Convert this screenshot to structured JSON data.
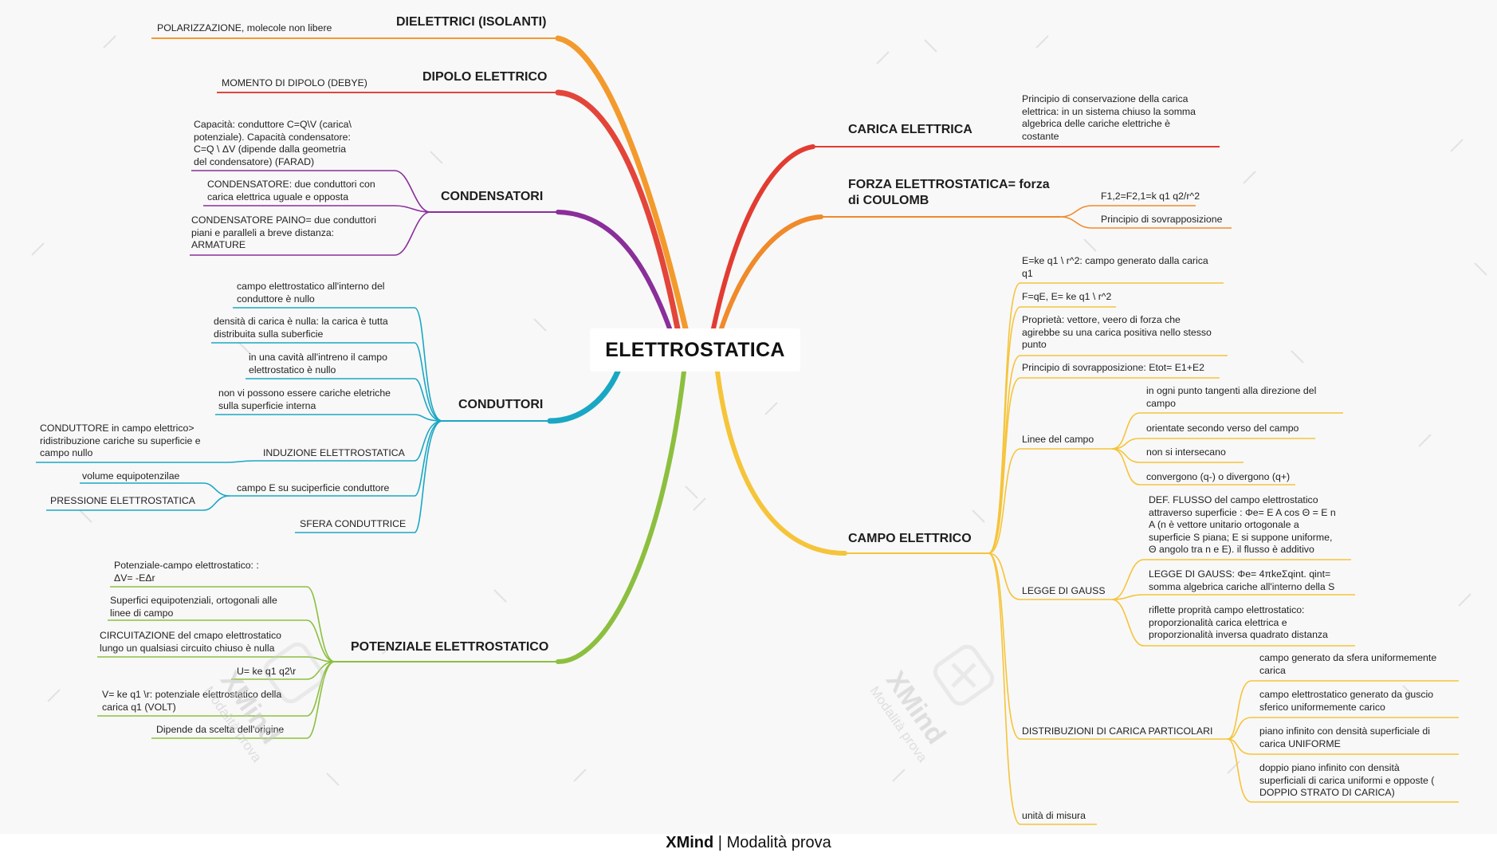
{
  "center": {
    "title": "ELETTROSTATICA"
  },
  "left": {
    "dielettrici": {
      "title": "DIELETTRICI (ISOLANTI)",
      "items": [
        "POLARIZZAZIONE, molecole non libere"
      ]
    },
    "dipolo": {
      "title": "DIPOLO ELETTRICO",
      "items": [
        "MOMENTO DI DIPOLO (DEBYE)"
      ]
    },
    "condensatori": {
      "title": "CONDENSATORI",
      "items": [
        "Capacità: conduttore C=Q\\V (carica\\\npotenziale). Capacità condensatore:\n         C=Q \\ ΔV (dipende dalla geometria\ndel condensatore)  (FARAD)",
        "CONDENSATORE: due conduttori con\ncarica elettrica uguale e opposta",
        "CONDENSATORE PAINO= due conduttori\npiani e paralleli a breve distanza:\nARMATURE"
      ]
    },
    "conduttori": {
      "title": "CONDUTTORI",
      "items": [
        "campo elettrostatico all'interno del\nconduttore è nullo",
        "densità di carica è nulla: la carica è tutta\ndistribuita sulla suberficie",
        "in una cavità all'intreno il campo\nelettrostatico è nullo",
        "non vi possono essere cariche eletriche\nsulla superficie interna",
        "INDUZIONE ELETTROSTATICA",
        "campo E su suciperficie conduttore",
        "SFERA CONDUTTRICE"
      ],
      "induzione_sub": "CONDUTTORE in campo elettrico>\nridistribuzione cariche su superficie e\ncampo nullo",
      "campo_sub": [
        "volume equipotenzilae",
        "PRESSIONE ELETTROSTATICA"
      ]
    },
    "potenziale": {
      "title": "POTENZIALE ELETTROSTATICO",
      "items": [
        "Potenziale-campo elettrostatico: :\n          ΔV= -EΔr",
        "Superfici equipotenziali, ortogonali alle\nlinee di campo",
        "CIRCUITAZIONE del cmapo elettrostatico\nlungo un qualsiasi circuito chiuso è nulla",
        "U= ke q1 q2\\r",
        "V= ke q1 \\r: potenziale elettrostatico della\ncarica q1 (VOLT)",
        "Dipende da scelta dell'origine"
      ]
    }
  },
  "right": {
    "carica": {
      "title": "CARICA ELETTRICA",
      "items": [
        "Principio di conservazione della carica\nelettrica: in un sistema chiuso la somma\nalgebrica delle cariche elettriche è\ncostante"
      ]
    },
    "forza": {
      "title": "FORZA ELETTROSTATICA= forza\ndi COULOMB",
      "items": [
        "F1,2=F2,1=k q1 q2/r^2",
        "Principio di sovrapposizione"
      ]
    },
    "campo": {
      "title": "CAMPO ELETTRICO",
      "items": [
        "E=ke q1 \\ r^2: campo generato dalla carica\nq1",
        "F=qE,  E= ke q1 \\ r^2",
        "Proprietà: vettore, veero di forza che\nagirebbe su una carica positiva nello stesso\npunto",
        "Principio di sovrapposizione: Etot= E1+E2",
        "Linee del campo",
        "LEGGE DI GAUSS",
        "DISTRIBUZIONI DI CARICA PARTICOLARI",
        "unità di misura"
      ],
      "linee_sub": [
        "in ogni punto tangenti alla direzione del\ncampo",
        "orientate secondo verso del campo",
        "non si intersecano",
        "convergono (q-) o divergono (q+)"
      ],
      "gauss_sub": [
        "DEF. FLUSSO del campo elettrostatico\nattraverso superficie : Φe= E A cos Θ = E n\nA (n è vettore unitario ortogonale a\nsuperficie S piana; E si suppone uniforme,\nΘ angolo tra n e E). il flusso è additivo",
        "LEGGE DI GAUSS: Φe= 4πkeΣqint.  qint=\nsomma algebrica cariche all'interno della S",
        "riflette proprità campo elettrostatico:\nproporzionalità carica elettrica e\nproporzionalità inversa quadrato distanza"
      ],
      "distrib_sub": [
        "campo generato da sfera uniformemente\ncarica",
        "campo elettrostatico generato da guscio\nsferico uniformemente carico",
        "piano infinito con densità superficiale di\ncarica UNIFORME",
        "doppio piano infinito con densità\nsuperficiali di carica uniformi e opposte (\nDOPPIO STRATO DI CARICA)"
      ]
    }
  },
  "watermark": {
    "brand": "XMind",
    "mode": "Modalità prova"
  },
  "colors": {
    "orange": "#f39a2d",
    "red": "#e3453a",
    "purple": "#8a2e9a",
    "cyan": "#1aa7c4",
    "green": "#8cbf3f",
    "yellow": "#f5c43a",
    "deepred": "#e23c32",
    "deeporange": "#f08a2a"
  }
}
